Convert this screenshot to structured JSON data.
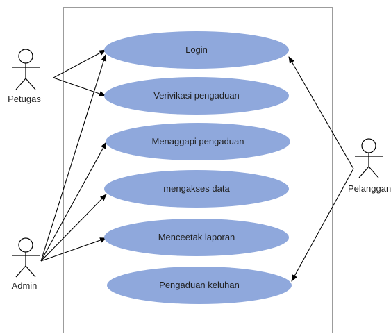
{
  "diagram": {
    "type": "use-case",
    "colors": {
      "usecase_fill": "#8fa8dc",
      "stroke": "#000000",
      "boundary": "#3a3a3a",
      "text": "#1f1f1f"
    },
    "actors": [
      {
        "id": "petugas",
        "label": "Petugas"
      },
      {
        "id": "admin",
        "label": "Admin"
      },
      {
        "id": "pelanggan",
        "label": "Pelanggan"
      }
    ],
    "use_cases": [
      {
        "id": "login",
        "label": "Login"
      },
      {
        "id": "verifikasi",
        "label": "Verivikasi pengaduan"
      },
      {
        "id": "menanggapi",
        "label": "Menaggapi pengaduan"
      },
      {
        "id": "mengakses",
        "label": "mengakses data"
      },
      {
        "id": "mencetak",
        "label": "Menceetak laporan"
      },
      {
        "id": "pengaduan",
        "label": "Pengaduan keluhan"
      }
    ],
    "associations": [
      {
        "from": "petugas",
        "to": "login"
      },
      {
        "from": "petugas",
        "to": "verifikasi"
      },
      {
        "from": "admin",
        "to": "login"
      },
      {
        "from": "admin",
        "to": "menanggapi"
      },
      {
        "from": "admin",
        "to": "mengakses"
      },
      {
        "from": "admin",
        "to": "mencetak"
      },
      {
        "from": "pelanggan",
        "to": "login"
      },
      {
        "from": "pelanggan",
        "to": "pengaduan"
      }
    ]
  }
}
